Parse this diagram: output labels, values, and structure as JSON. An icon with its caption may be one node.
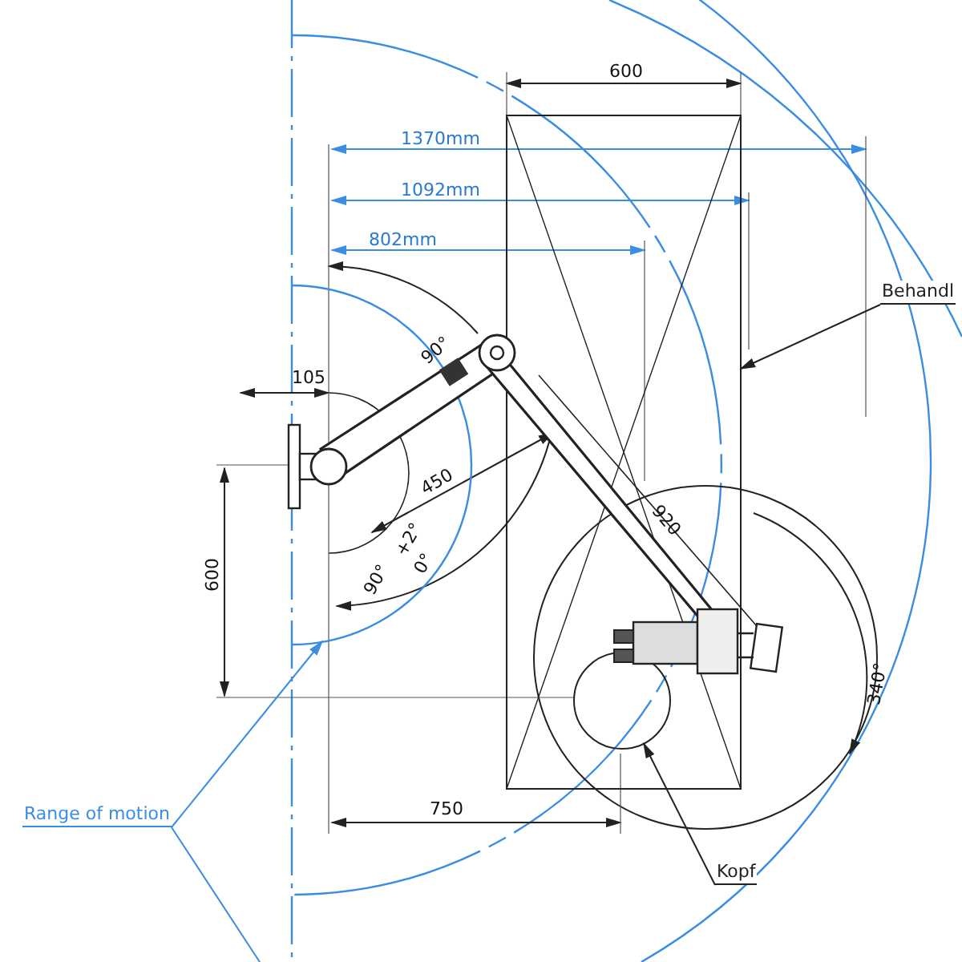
{
  "diagram": {
    "nodes": [
      {
        "text": [
          "Range of motion"
        ]
      },
      {
        "text": [
          "Behandl"
        ]
      },
      {
        "text": [
          "Kopf"
        ]
      },
      {
        "text": [],
        "shape": "box"
      },
      {
        "text": [],
        "shape": "circle",
        "in": 3
      },
      {
        "text": [],
        "shape": "arc"
      }
    ],
    "edges": [
      {
        "from": 0,
        "to": 5,
        "arrow": "to"
      },
      {
        "from": 0,
        "to": null,
        "arrow": "none"
      },
      {
        "from": 1,
        "to": 3,
        "arrow": "to",
        "color": "#222222"
      },
      {
        "from": 2,
        "to": 4,
        "arrow": "to",
        "color": "#222222"
      }
    ],
    "labels": [
      "600",
      "1370mm",
      "1092mm",
      "802mm",
      "90°",
      "105",
      "450",
      "920",
      "+2°",
      "0°",
      "90°",
      "600",
      "340°",
      "750"
    ]
  }
}
